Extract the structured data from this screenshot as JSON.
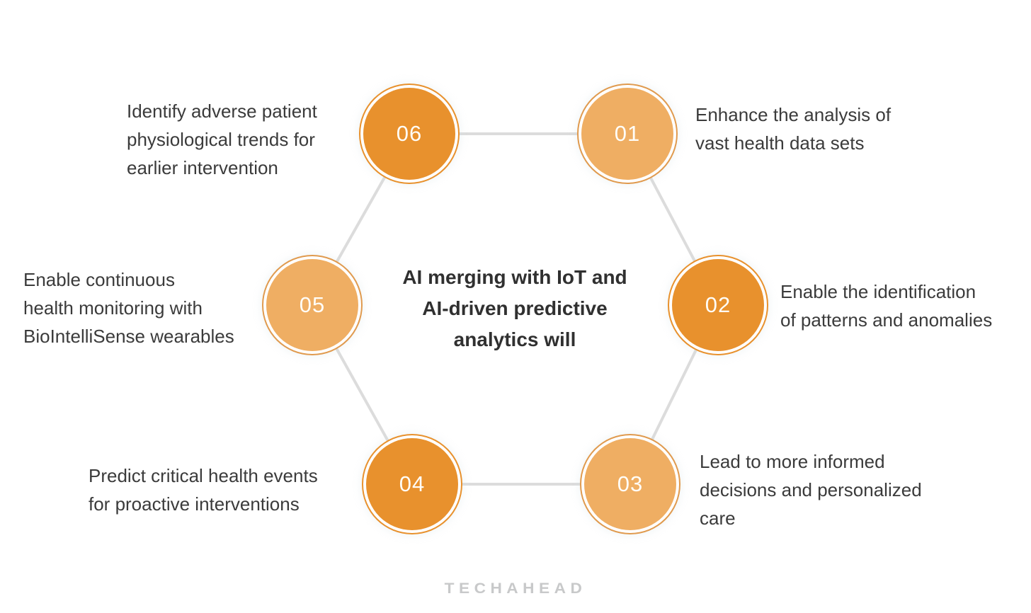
{
  "diagram": {
    "title": "AI merging with IoT and\nAI-driven predictive\nanalytics will",
    "nodes": [
      {
        "number": "01",
        "variant": "light",
        "label": "Enhance the analysis of\nvast health data sets"
      },
      {
        "number": "02",
        "variant": "dark",
        "label": "Enable the identification\nof patterns and anomalies"
      },
      {
        "number": "03",
        "variant": "light",
        "label": "Lead to more informed\ndecisions and personalized\ncare"
      },
      {
        "number": "04",
        "variant": "dark",
        "label": "Predict critical health events\nfor proactive interventions"
      },
      {
        "number": "05",
        "variant": "light",
        "label": "Enable continuous\nhealth monitoring with\nBioIntelliSense wearables"
      },
      {
        "number": "06",
        "variant": "dark",
        "label": "Identify adverse patient\nphysiological trends for\nearlier intervention"
      }
    ],
    "colors": {
      "dark_orange": "#E8912D",
      "light_orange": "#EFAE63",
      "ring_light": "#E09A4E",
      "connector_line": "#DCDCDC",
      "body_text": "#3B3B3B",
      "title_text": "#303030",
      "number_text": "#FFFDF7",
      "logo_text_color": "#C8C9CA",
      "background": "#FFFFFF"
    }
  },
  "footer": {
    "logo_text": "TECHAHEAD"
  }
}
